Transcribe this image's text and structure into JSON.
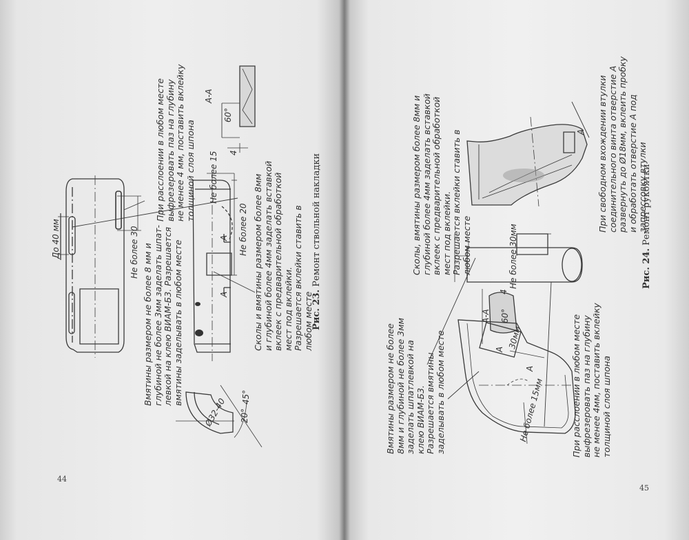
{
  "left_page": {
    "page_number": "44",
    "figure": {
      "label": "Рис. 23.",
      "title": "Ремонт ствольной накладки"
    },
    "notes": {
      "delamination": [
        "При расслоении в любом месте",
        "выфрезеровать паз на глубину",
        "не менее 4 мм, поставить вклейку",
        "толщиной слоя шпона"
      ],
      "dents": [
        "Вмятины размером не более 8 мм и",
        "глубиной не более 3мм заделать шпат-",
        "левкой на клею ВИАМ-Б3. Разрешается",
        "вмятины заделывать в любом месте"
      ],
      "chips": [
        "Сколы и вмятины размером более 8мм",
        "и глубиной более 4мм заделать вставкой",
        "вклеек с предварительной обработкой",
        "мест под вклейки.",
        "Разрешается вклейки ставить в",
        "любом месте"
      ]
    },
    "dimensions": {
      "up_to_40": "До 40 мм",
      "max_30": "Не более 30",
      "max_15": "Не более 15",
      "max_20": "Не более 20",
      "diameter": "Ø32-40",
      "angle_20": "20°",
      "angle_45": "45°",
      "angle_60": "60°",
      "depth_4": "4",
      "section": "А-А",
      "marker_a1": "А",
      "marker_a2": "А"
    }
  },
  "right_page": {
    "page_number": "45",
    "figure": {
      "label": "Рис. 24.",
      "title": "Ремонт рукоятки"
    },
    "notes": {
      "chips": [
        "Сколы, вмятины размером более 8мм и",
        "глубиной более 4мм заделать вставкой",
        "вклеек с предварительной обработкой",
        "мест под вклейки.",
        "Разрешается вклейки ставить в",
        "любом месте"
      ],
      "bushing": [
        "При свободном вхождении втулки",
        "соединительного винта отверстие А",
        "развернуть до Ø18мм, вклеить пробку",
        "и обработать отверстие А под",
        "запрессовку втулки"
      ],
      "dents": [
        "Вмятины размером не более",
        "8мм и глубиной не более 3мм",
        "заделать шпатлевкой на",
        "клею ВИАМ-Б3.",
        "Разрешается вмятины",
        "заделывать в любом месте"
      ],
      "delamination": [
        "При расслоении в любом месте",
        "выфрезеровать паз на глубину",
        "не менее 4мм, поставить вклейку",
        "толщиной слоя шпона"
      ]
    },
    "dimensions": {
      "max_30mm": "Не более 30мм",
      "thirty_mm": "30мм",
      "max_15mm": "Не более 15мм",
      "angle_60": "60°",
      "depth_4": "4",
      "section": "А-А",
      "marker_a1": "А",
      "marker_a2": "А",
      "marker_a3": "А"
    }
  }
}
